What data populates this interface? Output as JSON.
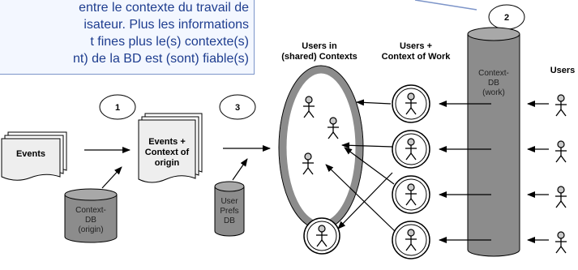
{
  "callout": {
    "lines": [
      "entre le contexte du travail de",
      "isateur. Plus les informations",
      "t fines plus le(s) contexte(s)",
      "nt) de la BD est (sont) fiable(s)"
    ]
  },
  "steps": {
    "one": "1",
    "two": "2",
    "three": "3"
  },
  "events_label": "Events",
  "events_context": [
    "Events +",
    "Context of",
    "origin"
  ],
  "context_db_origin": [
    "Context-",
    "DB",
    "(origin)"
  ],
  "user_prefs_db": [
    "User",
    "Prefs",
    "DB"
  ],
  "header_shared": [
    "Users in",
    "(shared) Contexts"
  ],
  "header_work": [
    "Users +",
    "Context of Work"
  ],
  "context_db_work": [
    "Context-",
    "DB",
    "(work)"
  ],
  "header_users": "Users",
  "colors": {
    "callout_border": "#7d95c9",
    "callout_text": "#1e3d8f",
    "db_fill": "#8c8c8c",
    "ellipse_fill": "#aaaaaa"
  }
}
